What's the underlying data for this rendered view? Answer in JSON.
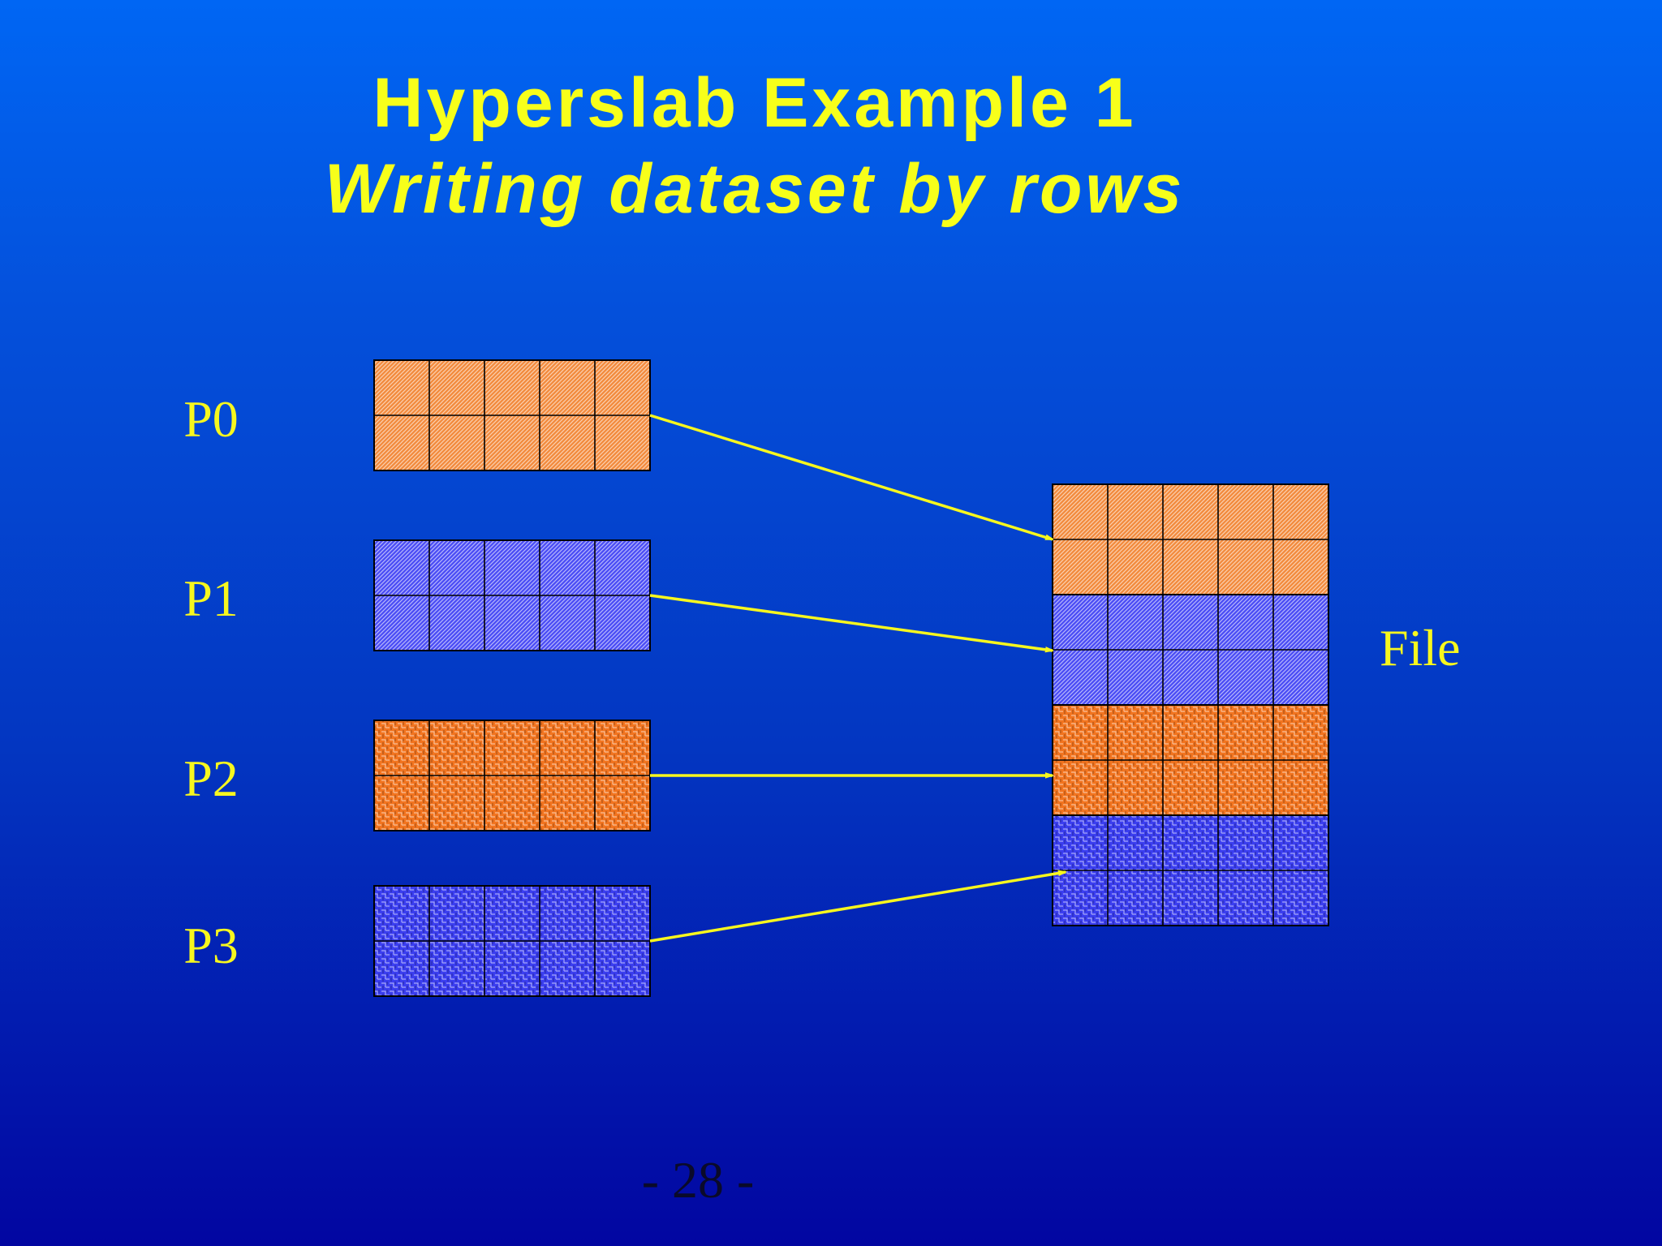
{
  "title": {
    "line1": "Hyperslab Example 1",
    "line2": "Writing dataset by rows"
  },
  "processes": [
    {
      "label": "P0",
      "color": "#f28a3c",
      "pattern": "diagonal-fine"
    },
    {
      "label": "P1",
      "color": "#4a4cf5",
      "pattern": "diagonal-fine"
    },
    {
      "label": "P2",
      "color": "#f2741f",
      "pattern": "weave"
    },
    {
      "label": "P3",
      "color": "#3b3ef0",
      "pattern": "weave"
    }
  ],
  "grid": {
    "rows_per_process": 2,
    "columns": 5
  },
  "file_label": "File",
  "page_number": "- 28 -",
  "colors": {
    "title": "#f7ff1a",
    "arrow": "#f7f71e",
    "grid_line": "#000000"
  }
}
